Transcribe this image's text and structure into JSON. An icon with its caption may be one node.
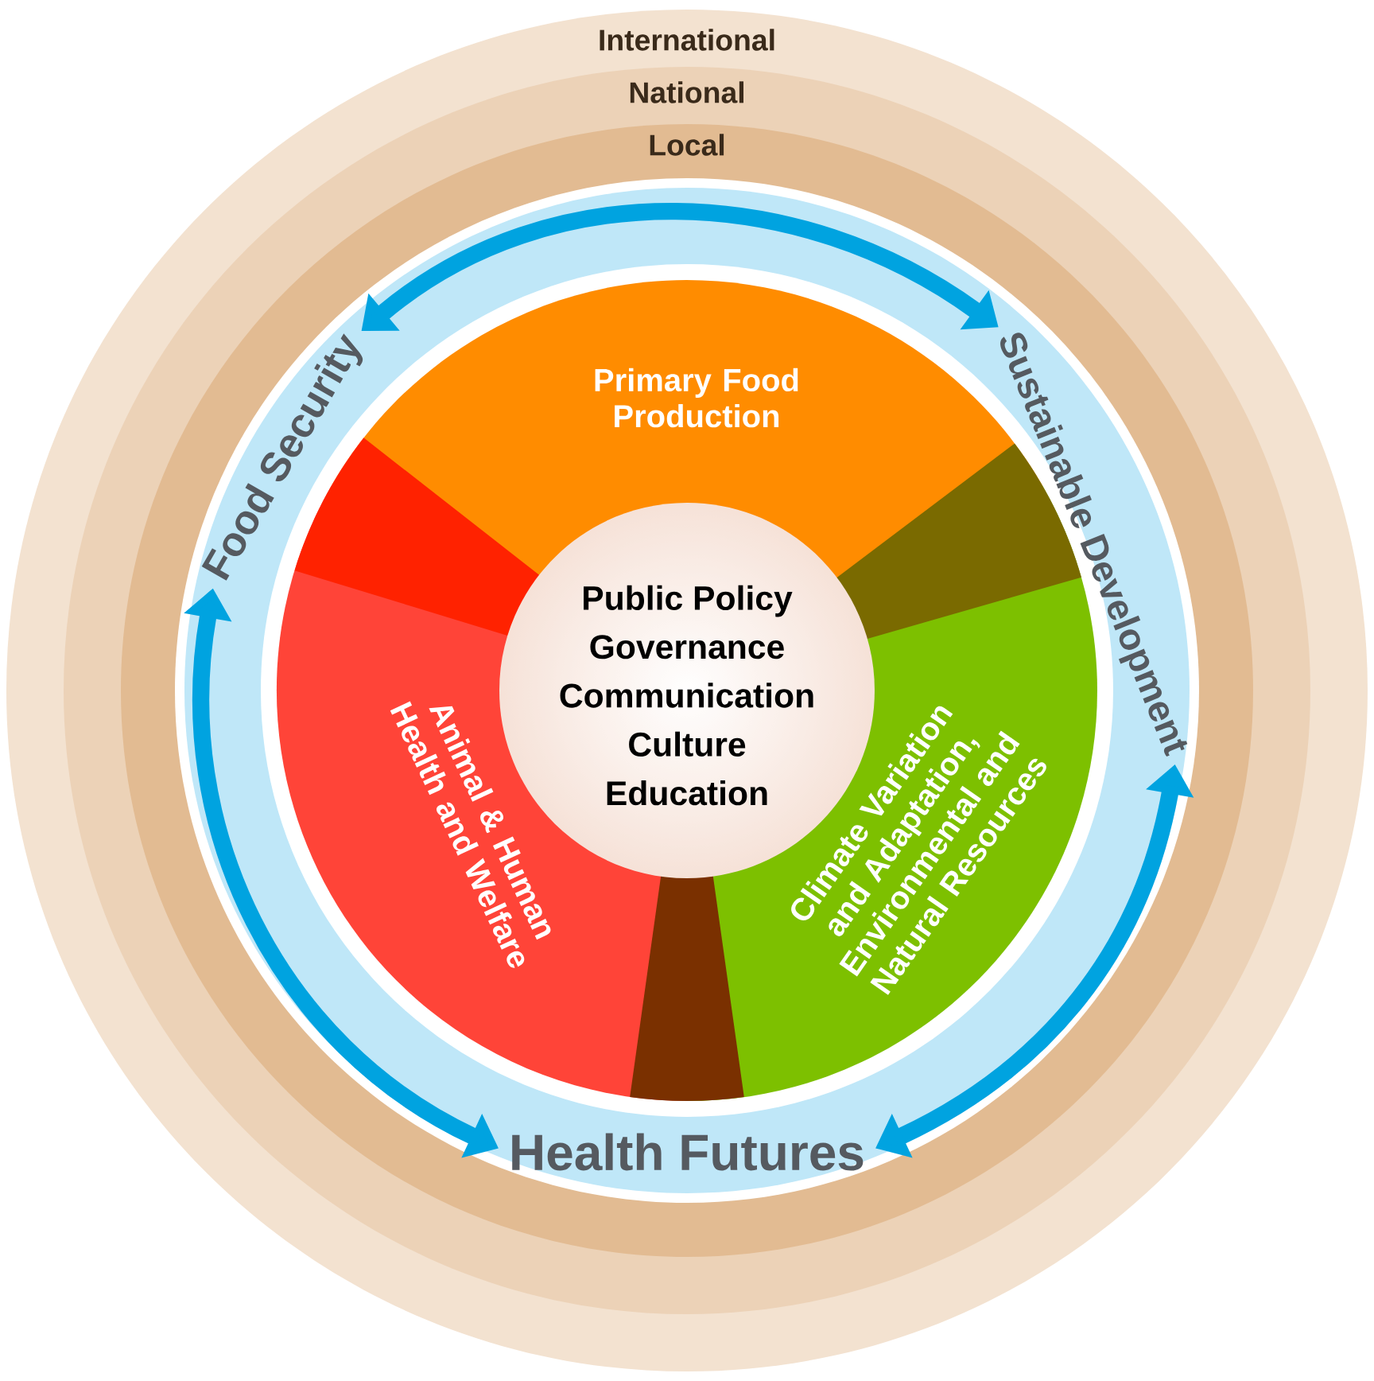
{
  "diagram": {
    "nodes": [
      {
        "text": [
          "International"
        ]
      },
      {
        "text": [
          "National"
        ],
        "in": 0
      },
      {
        "text": [
          "Local"
        ],
        "in": 1
      },
      {
        "text": [
          "Food Security"
        ],
        "in": 2
      },
      {
        "text": [
          "Sustainable Development"
        ],
        "in": 2
      },
      {
        "text": [
          "Health Futures"
        ],
        "in": 2
      },
      {
        "text": [
          "Primary Food Production"
        ],
        "in": 2
      },
      {
        "text": [
          "Animal & Human Health and Welfare"
        ],
        "in": 2
      },
      {
        "text": [
          "Climate Variation and Adaptation, Environmental and Natural Resources"
        ],
        "in": 2
      },
      {
        "text": [
          "Public Policy",
          "Governance",
          "Communication",
          "Culture",
          "Education"
        ],
        "in": 2
      }
    ],
    "edges": [
      {
        "from": 3,
        "to": 4,
        "arrow": "both"
      },
      {
        "from": 4,
        "to": 5,
        "arrow": "both"
      },
      {
        "from": 5,
        "to": 3,
        "arrow": "both"
      }
    ]
  }
}
